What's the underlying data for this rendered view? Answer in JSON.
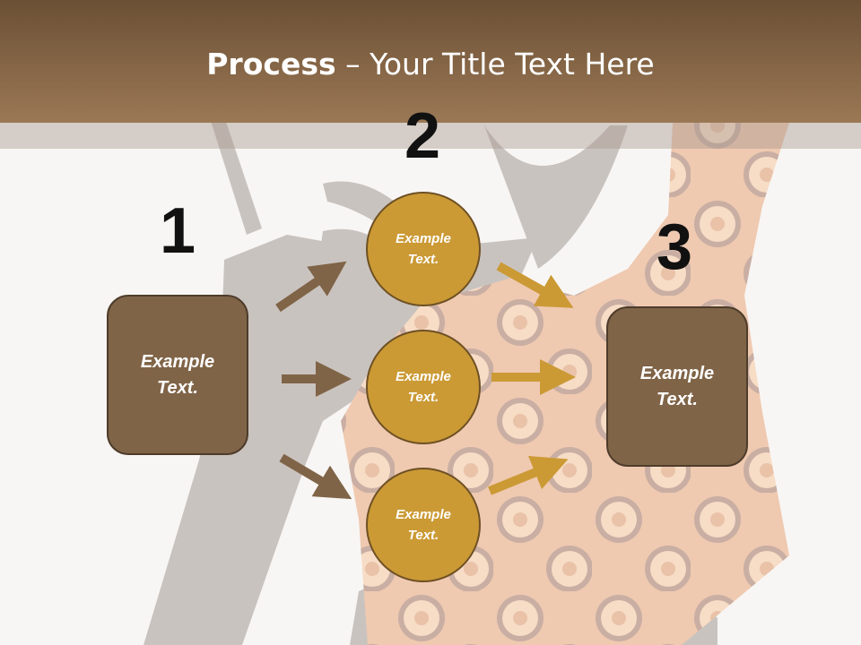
{
  "title": {
    "bold": "Process",
    "rest": " – Your Title Text Here"
  },
  "steps": [
    {
      "number": "1",
      "label": "Example Text."
    },
    {
      "number": "2"
    },
    {
      "number": "3",
      "label": "Example Text."
    }
  ],
  "middle_items": [
    {
      "label": "Example Text."
    },
    {
      "label": "Example Text."
    },
    {
      "label": "Example Text."
    }
  ],
  "colors": {
    "header": "#8a6a4a",
    "box": "#806447",
    "circle": "#cb9a35",
    "arrow_brown": "#806447",
    "arrow_gold": "#cb9a35"
  }
}
